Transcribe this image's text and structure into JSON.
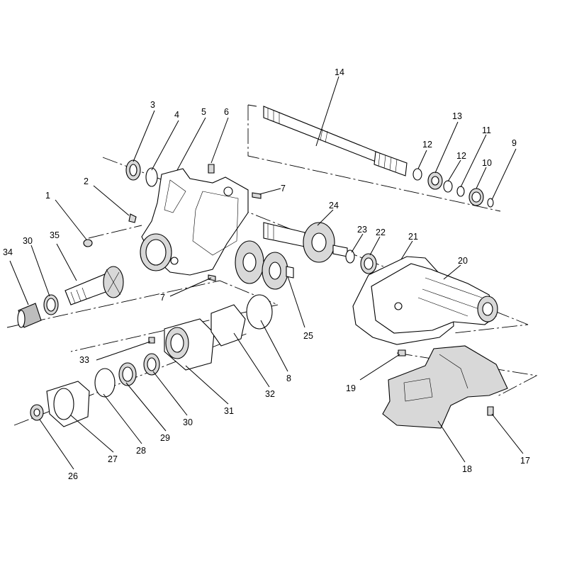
{
  "figure": {
    "callouts": [
      "1",
      "2",
      "3",
      "4",
      "5",
      "6",
      "7",
      "7",
      "8",
      "9",
      "10",
      "11",
      "12",
      "12",
      "13",
      "14",
      "17",
      "18",
      "19",
      "20",
      "21",
      "22",
      "23",
      "24",
      "25",
      "26",
      "27",
      "28",
      "29",
      "30",
      "30",
      "31",
      "32",
      "33",
      "34",
      "35"
    ]
  }
}
